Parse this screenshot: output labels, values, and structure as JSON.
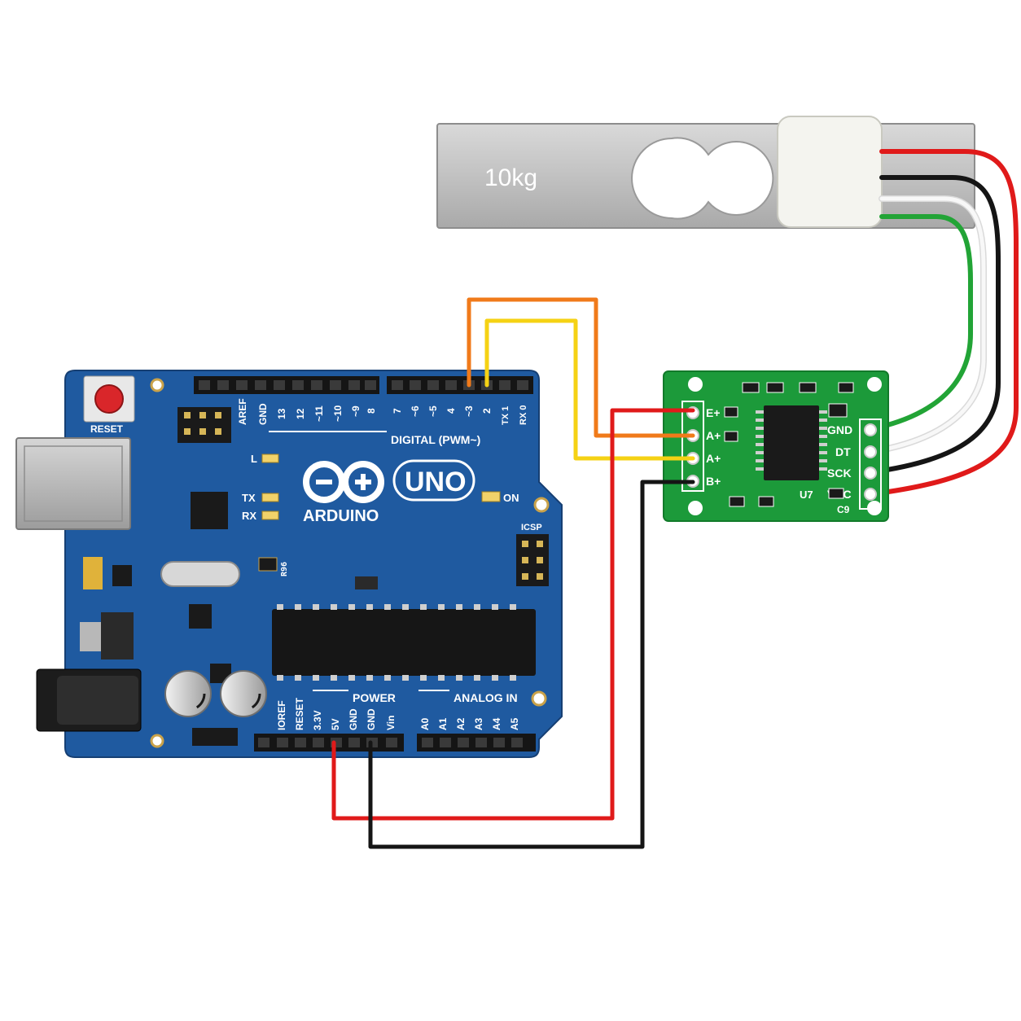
{
  "load_cell": {
    "capacity_label": "10kg"
  },
  "arduino": {
    "reset_label": "RESET",
    "digital_header_label": "DIGITAL (PWM~)",
    "digital_pins": [
      "AREF",
      "GND",
      "13",
      "12",
      "~11",
      "~10",
      "~9",
      "8",
      "7",
      "~6",
      "~5",
      "4",
      "~3",
      "2",
      "TX 1",
      "RX 0"
    ],
    "power_header_label": "POWER",
    "analog_header_label": "ANALOG IN",
    "power_pins": [
      "IOREF",
      "RESET",
      "3.3V",
      "5V",
      "GND",
      "GND",
      "Vin"
    ],
    "analog_pins": [
      "A0",
      "A1",
      "A2",
      "A3",
      "A4",
      "A5"
    ],
    "logo_text": "ARDUINO",
    "model_text": "UNO",
    "led_labels": {
      "l": "L",
      "tx": "TX",
      "rx": "RX",
      "on": "ON"
    },
    "icsp_label": "ICSP"
  },
  "hx711": {
    "left_pins": [
      "E+",
      "A+",
      "A+",
      "B+"
    ],
    "right_pins": [
      "GND",
      "DT",
      "SCK",
      "VCC"
    ],
    "chip_label": "U7",
    "cap_label": "C9"
  },
  "colors": {
    "board_blue": "#1f5aa0",
    "module_green": "#1c9a3a",
    "wire_red": "#e01a1a",
    "wire_black": "#151515",
    "wire_orange": "#f07a1a",
    "wire_yellow": "#f5d214",
    "wire_green": "#22a436",
    "wire_white": "#f4f4f4"
  }
}
